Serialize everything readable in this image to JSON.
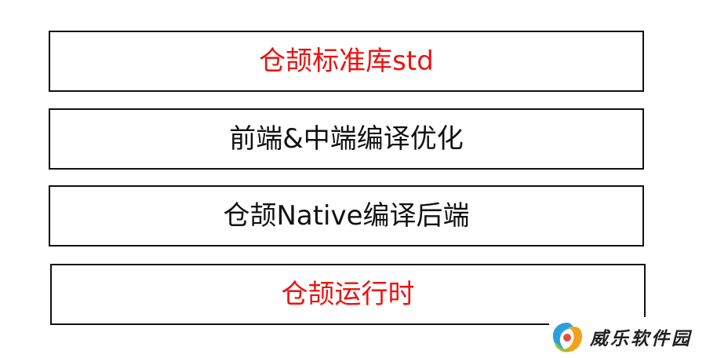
{
  "colors": {
    "highlight": "#ee1111",
    "normal": "#111111"
  },
  "layers": [
    {
      "label": "仓颉标准库std",
      "color": "#ee1111"
    },
    {
      "label": "前端&中端编译优化",
      "color": "#111111"
    },
    {
      "label": "仓颉Native编译后端",
      "color": "#111111"
    },
    {
      "label": "仓颉运行时",
      "color": "#ee1111"
    }
  ],
  "watermark": {
    "text": "威乐软件园",
    "icon": "swirl-logo-icon"
  }
}
